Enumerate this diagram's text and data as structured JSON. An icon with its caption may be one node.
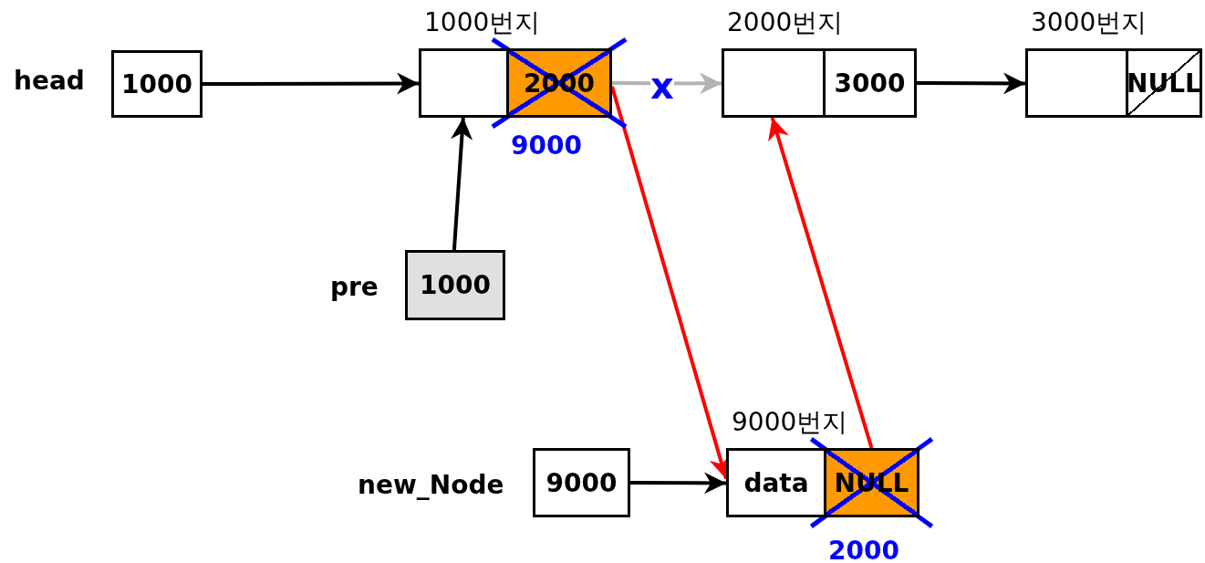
{
  "diagram": {
    "nodes": [
      {
        "text": [
          "1000"
        ],
        "beside": [
          "head"
        ]
      },
      {
        "text": [
          "1000번지"
        ]
      },
      {
        "text": [],
        "shape": "box",
        "in": 1
      },
      {
        "text": [
          "2000"
        ],
        "beside": [
          "9000"
        ],
        "in": 1
      },
      {
        "text": [
          "2000번지"
        ]
      },
      {
        "text": [],
        "shape": "box",
        "in": 4
      },
      {
        "text": [
          "3000"
        ],
        "in": 4
      },
      {
        "text": [
          "3000번지"
        ]
      },
      {
        "text": [],
        "shape": "box",
        "in": 7
      },
      {
        "text": [
          "NULL"
        ],
        "in": 7
      },
      {
        "text": [
          "1000"
        ],
        "beside": [
          "pre"
        ]
      },
      {
        "text": [
          "9000"
        ],
        "beside": [
          "new_Node"
        ]
      },
      {
        "text": [
          "9000번지"
        ]
      },
      {
        "text": [
          "data"
        ],
        "in": 12
      },
      {
        "text": [
          "NULL"
        ],
        "beside": [
          "2000"
        ],
        "in": 12
      }
    ],
    "edges": [
      {
        "from": 0,
        "to": 1,
        "arrow": "to"
      },
      {
        "from": 3,
        "to": 4,
        "arrow": "to",
        "label": "x",
        "color": "#b3b3b3"
      },
      {
        "from": 6,
        "to": 7,
        "arrow": "to"
      },
      {
        "from": 10,
        "to": 1,
        "arrow": "to"
      },
      {
        "from": 11,
        "to": 12,
        "arrow": "to"
      },
      {
        "from": 3,
        "to": 12,
        "arrow": "to",
        "color": "#ff0000"
      },
      {
        "from": 14,
        "to": 4,
        "arrow": "to",
        "color": "#ff0000"
      }
    ]
  }
}
